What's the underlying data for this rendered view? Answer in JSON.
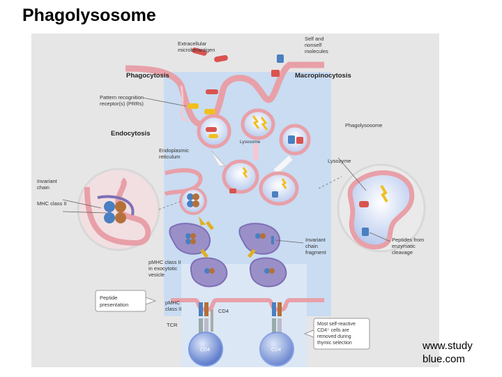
{
  "slide": {
    "title": "Phagolysosome",
    "credit_line1": "www.study",
    "credit_line2": "blue.com"
  },
  "diagram": {
    "labels": {
      "extracellular_1": "Extracellular",
      "extracellular_2": "microbe/antigen",
      "self_1": "Self and",
      "self_2": "nonself",
      "self_3": "molecules",
      "phagocytosis": "Phagocytosis",
      "macropinocytosis": "Macropinocytosis",
      "prr_1": "Pattern recognition",
      "prr_2": "receptor(s) (PRRs)",
      "endocytosis": "Endocytosis",
      "phagolysosome": "Phagolysosome",
      "lysosome": "Lysosome",
      "er_1": "Endoplasmic",
      "er_2": "reticulum",
      "lysozyme": "Lysozyme",
      "invariant_1": "Invariant",
      "invariant_2": "chain",
      "mhc_class_ii": "MHC class II",
      "ic_fragment_1": "Invariant",
      "ic_fragment_2": "chain",
      "ic_fragment_3": "fragment",
      "peptides_1": "Peptides from",
      "peptides_2": "enzymatic",
      "peptides_3": "cleavage",
      "pmhc_vesicle_1": "pMHC class II",
      "pmhc_vesicle_2": "in exocytotic",
      "pmhc_vesicle_3": "vesicle",
      "peptide_pres_1": "Peptide",
      "peptide_pres_2": "presentation",
      "pmhc_1": "pMHC",
      "pmhc_2": "class II",
      "cd4": "CD4",
      "tcr": "TCR",
      "cd4_cell_left": "CD4",
      "cd4_cell_right": "CD4",
      "selection_1": "Most self-reactive",
      "selection_2": "CD4⁺ cells are",
      "selection_3": "removed during",
      "selection_4": "thymic selection"
    },
    "colors": {
      "cell_interior": "#c8dcf0",
      "membrane": "#e8a0a8",
      "microbe": "#d9534f",
      "mhc_blue": "#4a7fc1",
      "mhc_brown": "#b5703a",
      "lysozyme": "#f0c020",
      "vesicle": "#9b8fc8",
      "tcell": "#6b8fd8"
    }
  }
}
